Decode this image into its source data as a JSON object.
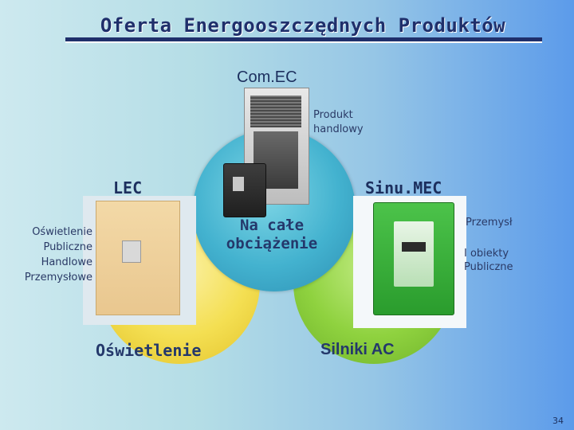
{
  "title": "Oferta Energooszczędnych Produktów",
  "center": {
    "top_product": "Com.EC",
    "top_note_line1": "Produkt",
    "top_note_line2": "handlowy",
    "center_line1": "Na całe",
    "center_line2": "obciążenie"
  },
  "left": {
    "product": "LEC",
    "list": [
      "Oświetlenie",
      "Publiczne",
      "Handlowe",
      "Przemysłowe"
    ],
    "circle_label": "Oświetlenie"
  },
  "right": {
    "product": "Sinu.MEC",
    "note1": "Przemysł",
    "note2_line1": "I obiekty",
    "note2_line2": "Publiczne",
    "circle_label": "Silniki AC"
  },
  "page_number": "34",
  "colors": {
    "top_circle": "#43b2cf",
    "left_circle": "#f4df52",
    "right_circle": "#8fd23f",
    "text": "#1c2f5e"
  }
}
